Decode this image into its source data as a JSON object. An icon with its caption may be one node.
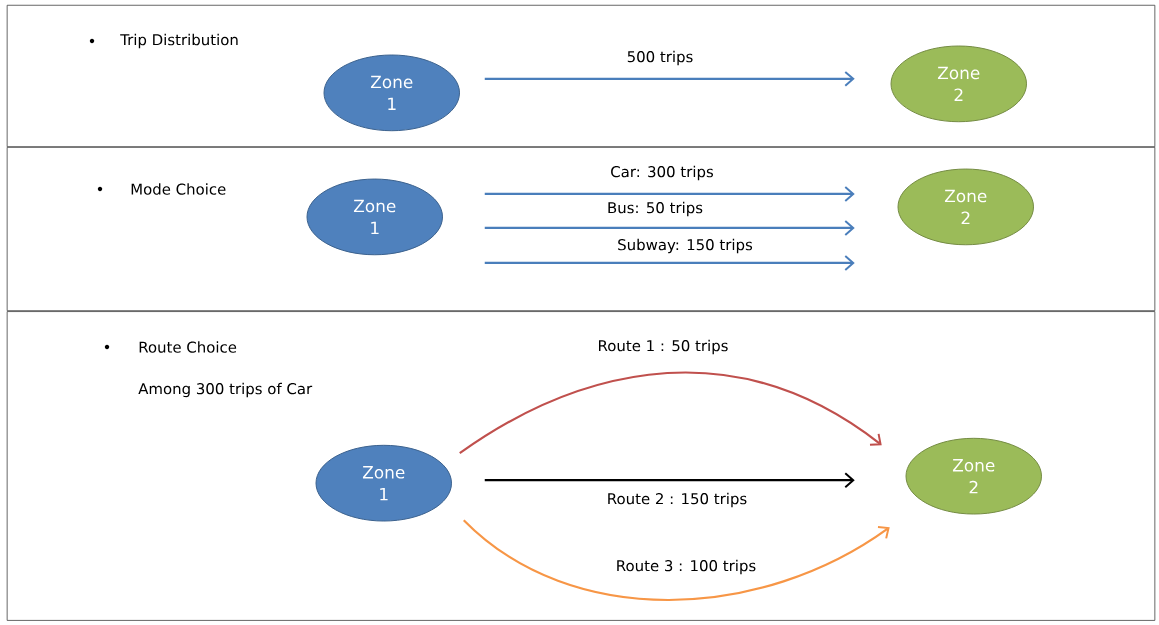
{
  "diagram": {
    "nodes": [
      {
        "text": [
          "Trip Distribution"
        ]
      },
      {
        "text": [
          "Zone 1"
        ],
        "in": 0
      },
      {
        "text": [
          "Zone 2"
        ],
        "in": 0
      },
      {
        "text": [
          "Mode Choice"
        ]
      },
      {
        "text": [
          "Zone 1"
        ],
        "in": 3
      },
      {
        "text": [
          "Zone 2"
        ],
        "in": 3
      },
      {
        "text": [
          "Route Choice",
          "Among 300 trips of Car"
        ]
      },
      {
        "text": [
          "Zone 1"
        ],
        "in": 6
      },
      {
        "text": [
          "Zone 2"
        ],
        "in": 6
      }
    ],
    "edges": [
      {
        "from": 1,
        "to": 2,
        "arrow": "to",
        "label": "500 trips"
      },
      {
        "from": 4,
        "to": 5,
        "arrow": "to",
        "label": "Car: 300 trips"
      },
      {
        "from": 4,
        "to": 5,
        "arrow": "to",
        "label": "Bus: 50 trips"
      },
      {
        "from": 4,
        "to": 5,
        "arrow": "to",
        "label": "Subway: 150 trips"
      },
      {
        "from": 7,
        "to": 8,
        "arrow": "to",
        "label": "Route 1 : 50 trips",
        "color": "#c0504d"
      },
      {
        "from": 7,
        "to": 8,
        "arrow": "to",
        "label": "Route 2 : 150 trips",
        "color": "#000000"
      },
      {
        "from": 7,
        "to": 8,
        "arrow": "to",
        "label": "Route 3 : 100 trips",
        "color": "#f79646"
      }
    ]
  }
}
